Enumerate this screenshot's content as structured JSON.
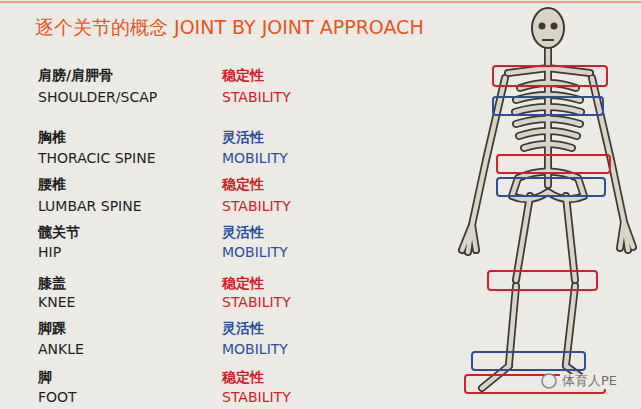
{
  "diagram": {
    "title": "逐个关节的概念 JOINT BY JOINT APPROACH",
    "labels": [
      "肩膀/肩胛骨",
      "稳定性",
      "SHOULDER/SCAP",
      "STABILITY",
      "胸椎",
      "灵活性",
      "THORACIC SPINE",
      "MOBILITY",
      "腰椎",
      "稳定性",
      "LUMBAR SPINE",
      "STABILITY",
      "髋关节",
      "灵活性",
      "HIP",
      "MOBILITY",
      "膝盖",
      "稳定性",
      "KNEE",
      "STABILITY",
      "脚踝",
      "灵活性",
      "ANKLE",
      "MOBILITY",
      "脚",
      "稳定性",
      "FOOT",
      "STABILITY",
      "体育人PE"
    ]
  }
}
